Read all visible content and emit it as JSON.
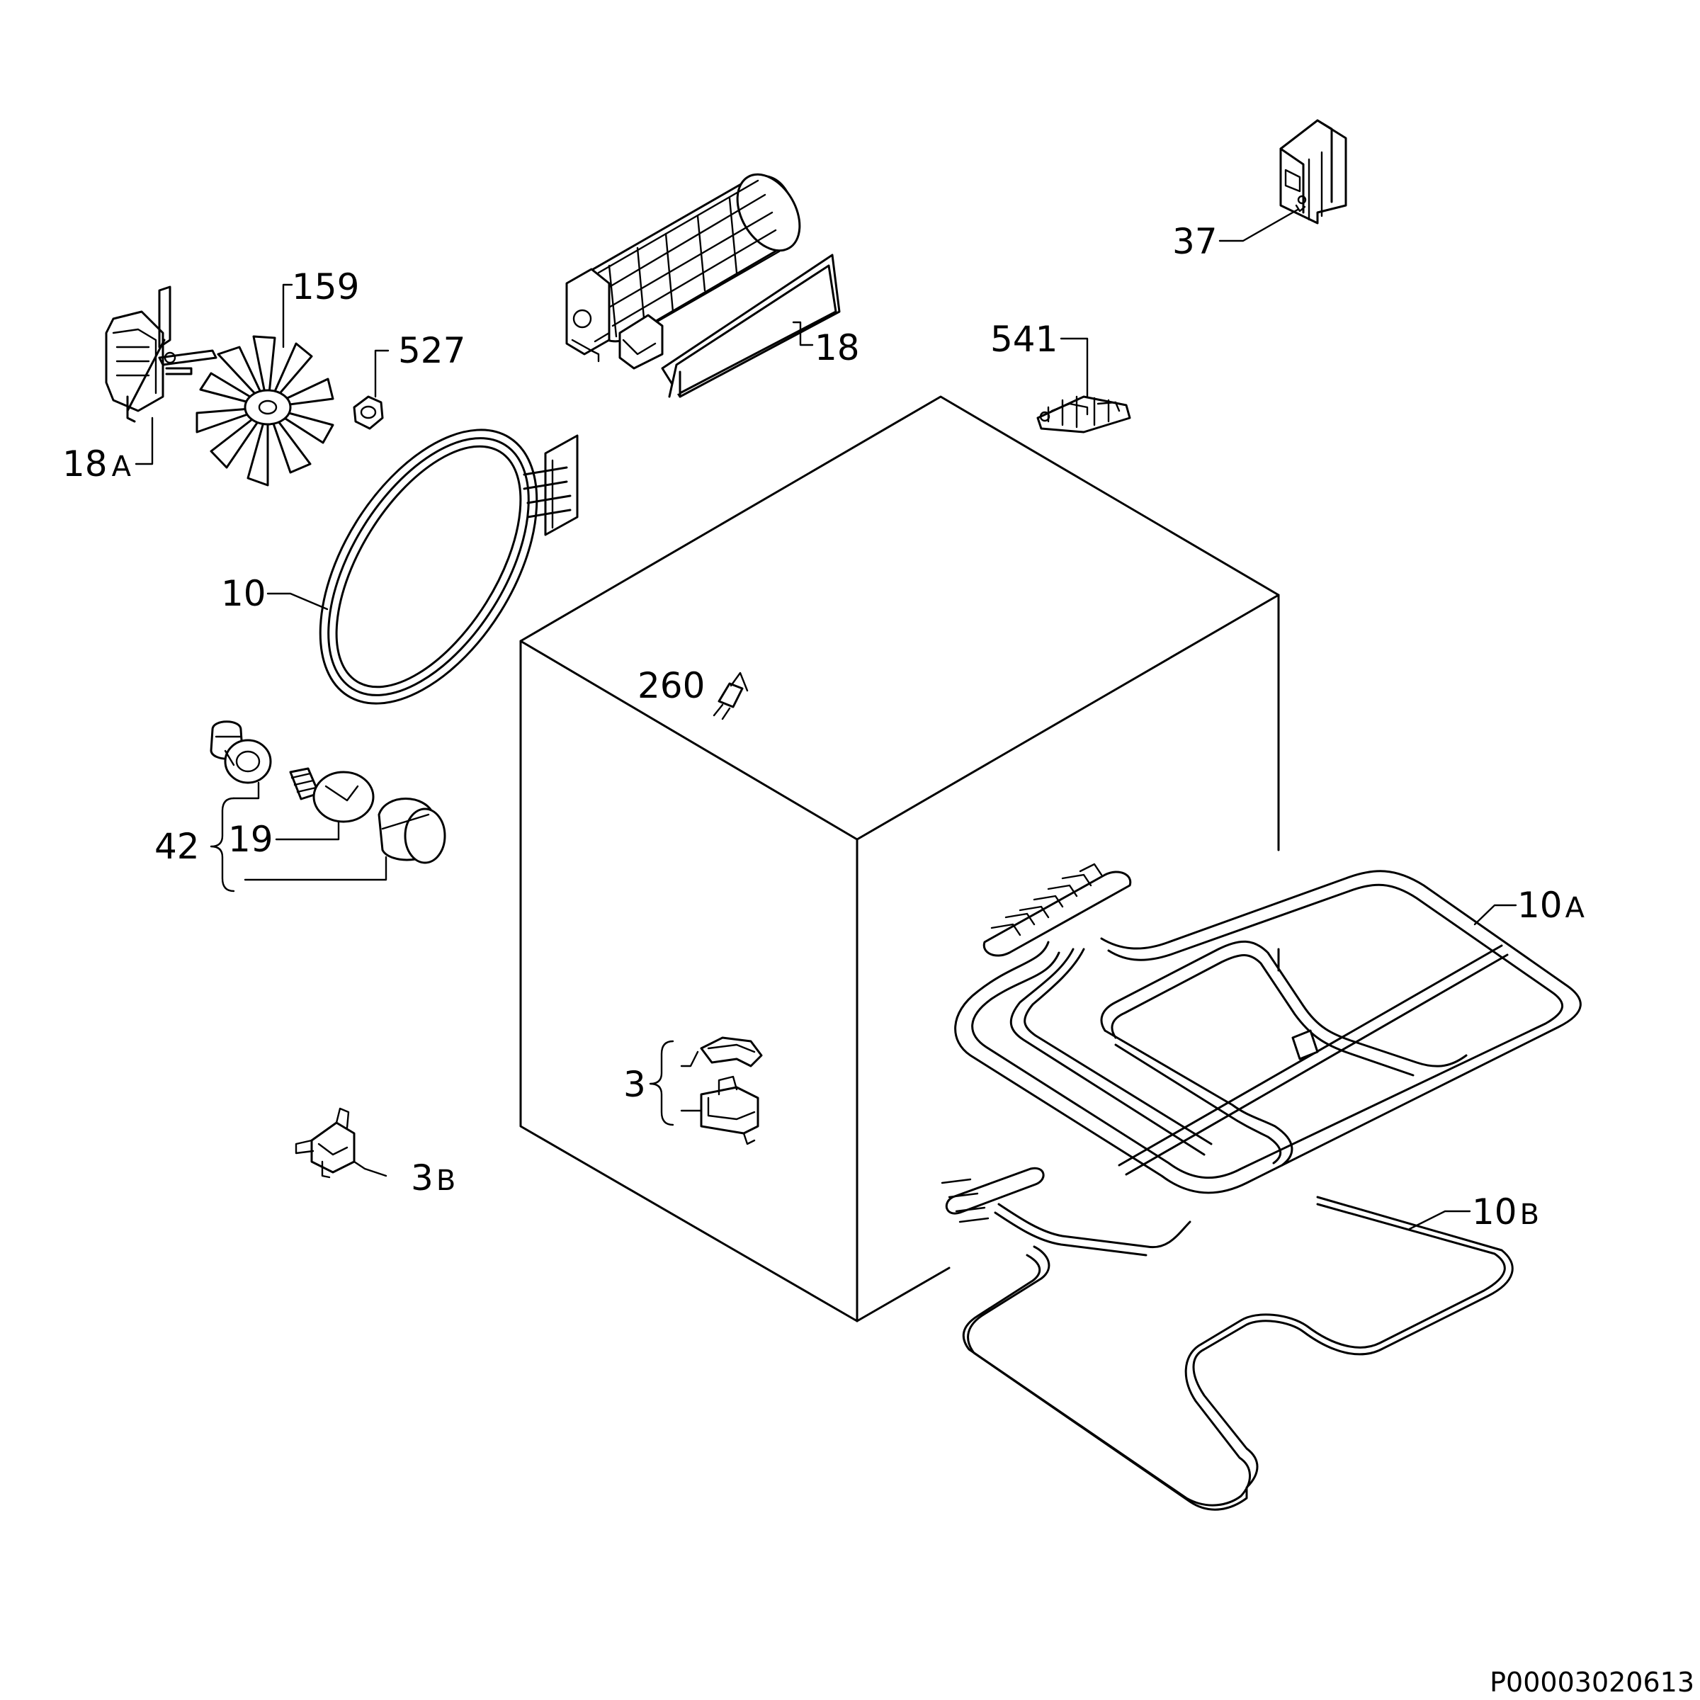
{
  "parts": [
    {
      "id": "p37",
      "main": "37",
      "sub": ""
    },
    {
      "id": "p159",
      "main": "159",
      "sub": ""
    },
    {
      "id": "p527",
      "main": "527",
      "sub": ""
    },
    {
      "id": "p18",
      "main": "18",
      "sub": ""
    },
    {
      "id": "p541",
      "main": "541",
      "sub": ""
    },
    {
      "id": "p18a",
      "main": "18",
      "sub": "A"
    },
    {
      "id": "p10",
      "main": "10",
      "sub": ""
    },
    {
      "id": "p260",
      "main": "260",
      "sub": ""
    },
    {
      "id": "p42",
      "main": "42",
      "sub": ""
    },
    {
      "id": "p19",
      "main": "19",
      "sub": ""
    },
    {
      "id": "p10a",
      "main": "10",
      "sub": "A"
    },
    {
      "id": "p3",
      "main": "3",
      "sub": ""
    },
    {
      "id": "p3b",
      "main": "3",
      "sub": "B"
    },
    {
      "id": "p10b",
      "main": "10",
      "sub": "B"
    }
  ],
  "drawing_code": "P00003020613",
  "colors": {
    "line": "#000000",
    "background": "#ffffff"
  }
}
